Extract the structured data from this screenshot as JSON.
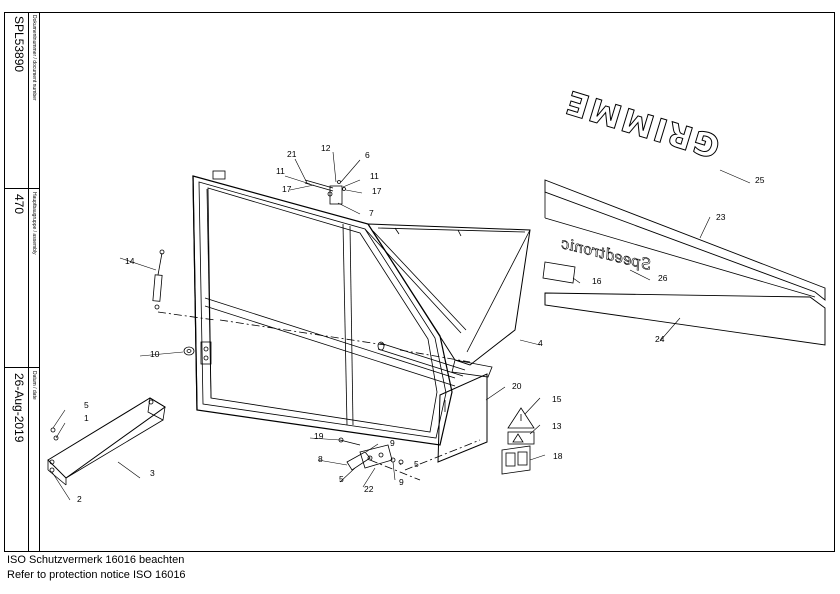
{
  "title_block": {
    "document_number_label": "Dokumentnummer / document number",
    "document_number": "SPL53890",
    "assembly_label": "Hauptbaugruppe / assembly",
    "assembly": "470",
    "date_label": "Datum / date",
    "date": "26-Aug-2019"
  },
  "footer": {
    "line1": "ISO Schutzvermerk 16016 beachten",
    "line2": "Refer to protection notice ISO 16016"
  },
  "logos": {
    "grimme": "GRIMME",
    "speedtronic": "Speedtronic"
  },
  "callouts": [
    "1",
    "2",
    "3",
    "4",
    "5",
    "6",
    "7",
    "8",
    "9",
    "10",
    "11",
    "12",
    "13",
    "14",
    "15",
    "16",
    "17",
    "18",
    "19",
    "20",
    "21",
    "22",
    "23",
    "24",
    "25",
    "26"
  ],
  "callout_labels": {
    "c1": "1",
    "c2": "2",
    "c3": "3",
    "c4": "4",
    "c5a": "5",
    "c5b": "5",
    "c5c": "5",
    "c6": "6",
    "c7": "7",
    "c8": "8",
    "c9a": "9",
    "c9b": "9",
    "c10": "10",
    "c11a": "11",
    "c11b": "11",
    "c12": "12",
    "c13": "13",
    "c14": "14",
    "c15": "15",
    "c16": "16",
    "c17a": "17",
    "c17b": "17",
    "c18": "18",
    "c19": "19",
    "c20": "20",
    "c21": "21",
    "c22": "22",
    "c23": "23",
    "c24": "24",
    "c25": "25",
    "c26": "26"
  }
}
